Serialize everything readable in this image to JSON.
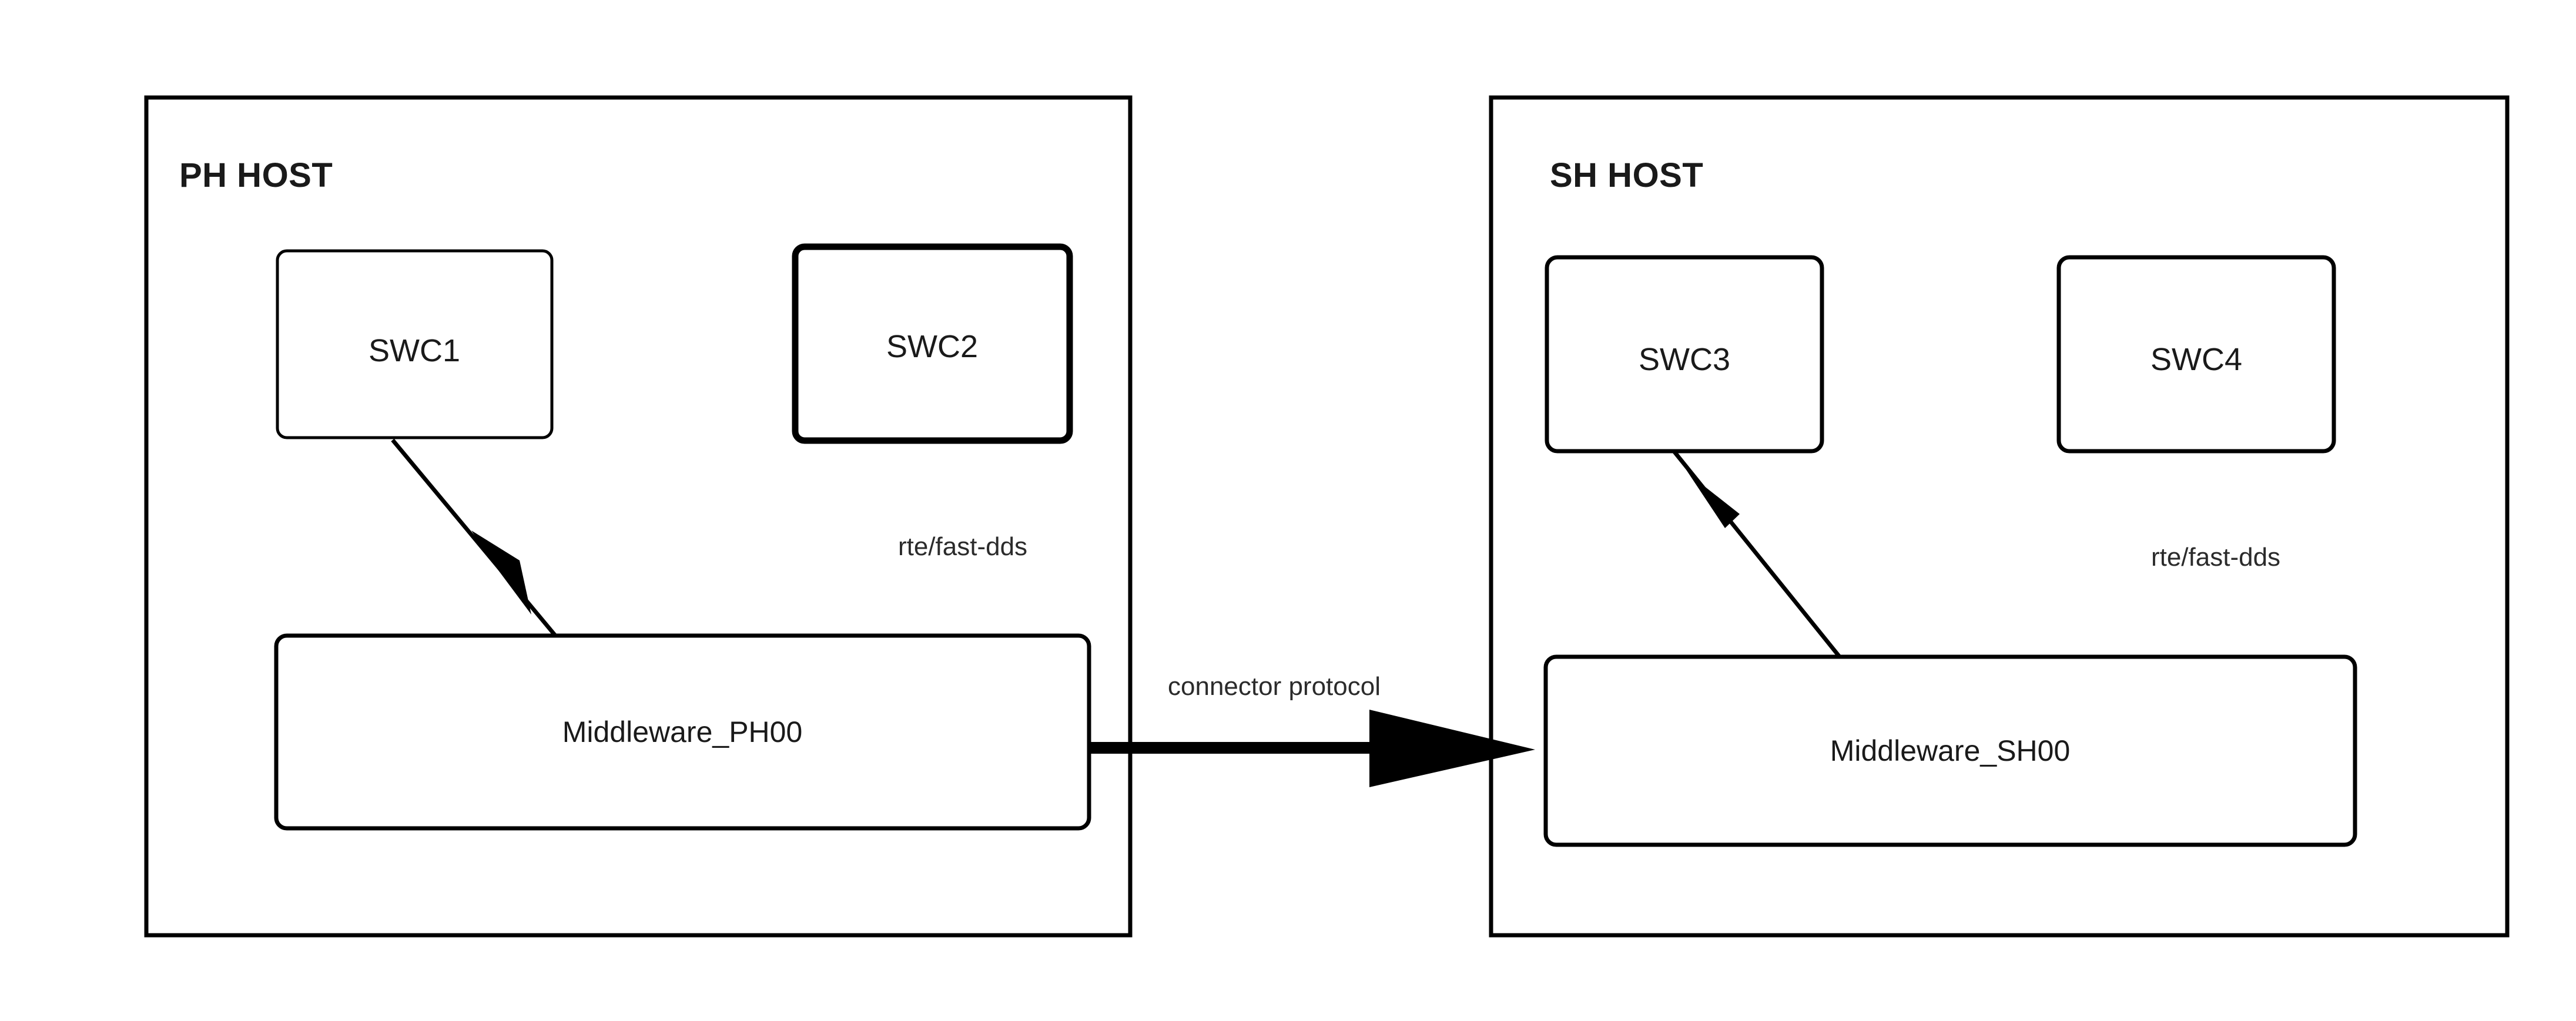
{
  "diagram": {
    "title": "PH HOST / SH HOST middleware connector diagram",
    "background_color": "#ffffff",
    "stroke_color": "#000000",
    "text_color": "#1a1a1a"
  },
  "hosts": [
    {
      "id": "ph-host",
      "title": "PH HOST",
      "side_label": "rte/fast-dds",
      "components": [
        {
          "id": "swc1",
          "label": "SWC1"
        },
        {
          "id": "swc2",
          "label": "SWC2"
        }
      ],
      "middleware": {
        "id": "middleware-ph00",
        "label": "Middleware_PH00"
      }
    },
    {
      "id": "sh-host",
      "title": "SH HOST",
      "side_label": "rte/fast-dds",
      "components": [
        {
          "id": "swc3",
          "label": "SWC3"
        },
        {
          "id": "swc4",
          "label": "SWC4"
        }
      ],
      "middleware": {
        "id": "middleware-sh00",
        "label": "Middleware_SH00"
      }
    }
  ],
  "connections": [
    {
      "id": "swc1-to-middleware-ph00",
      "from": "SWC1",
      "to": "Middleware_PH00",
      "label": "",
      "style": "thin-arrow",
      "direction": "down-right"
    },
    {
      "id": "middleware-ph00-to-middleware-sh00",
      "from": "Middleware_PH00",
      "to": "Middleware_SH00",
      "label": "connector protocol",
      "style": "thick-arrow",
      "direction": "right"
    },
    {
      "id": "middleware-sh00-to-swc3",
      "from": "Middleware_SH00",
      "to": "SWC3",
      "label": "",
      "style": "thin-arrow",
      "direction": "up-left"
    }
  ]
}
